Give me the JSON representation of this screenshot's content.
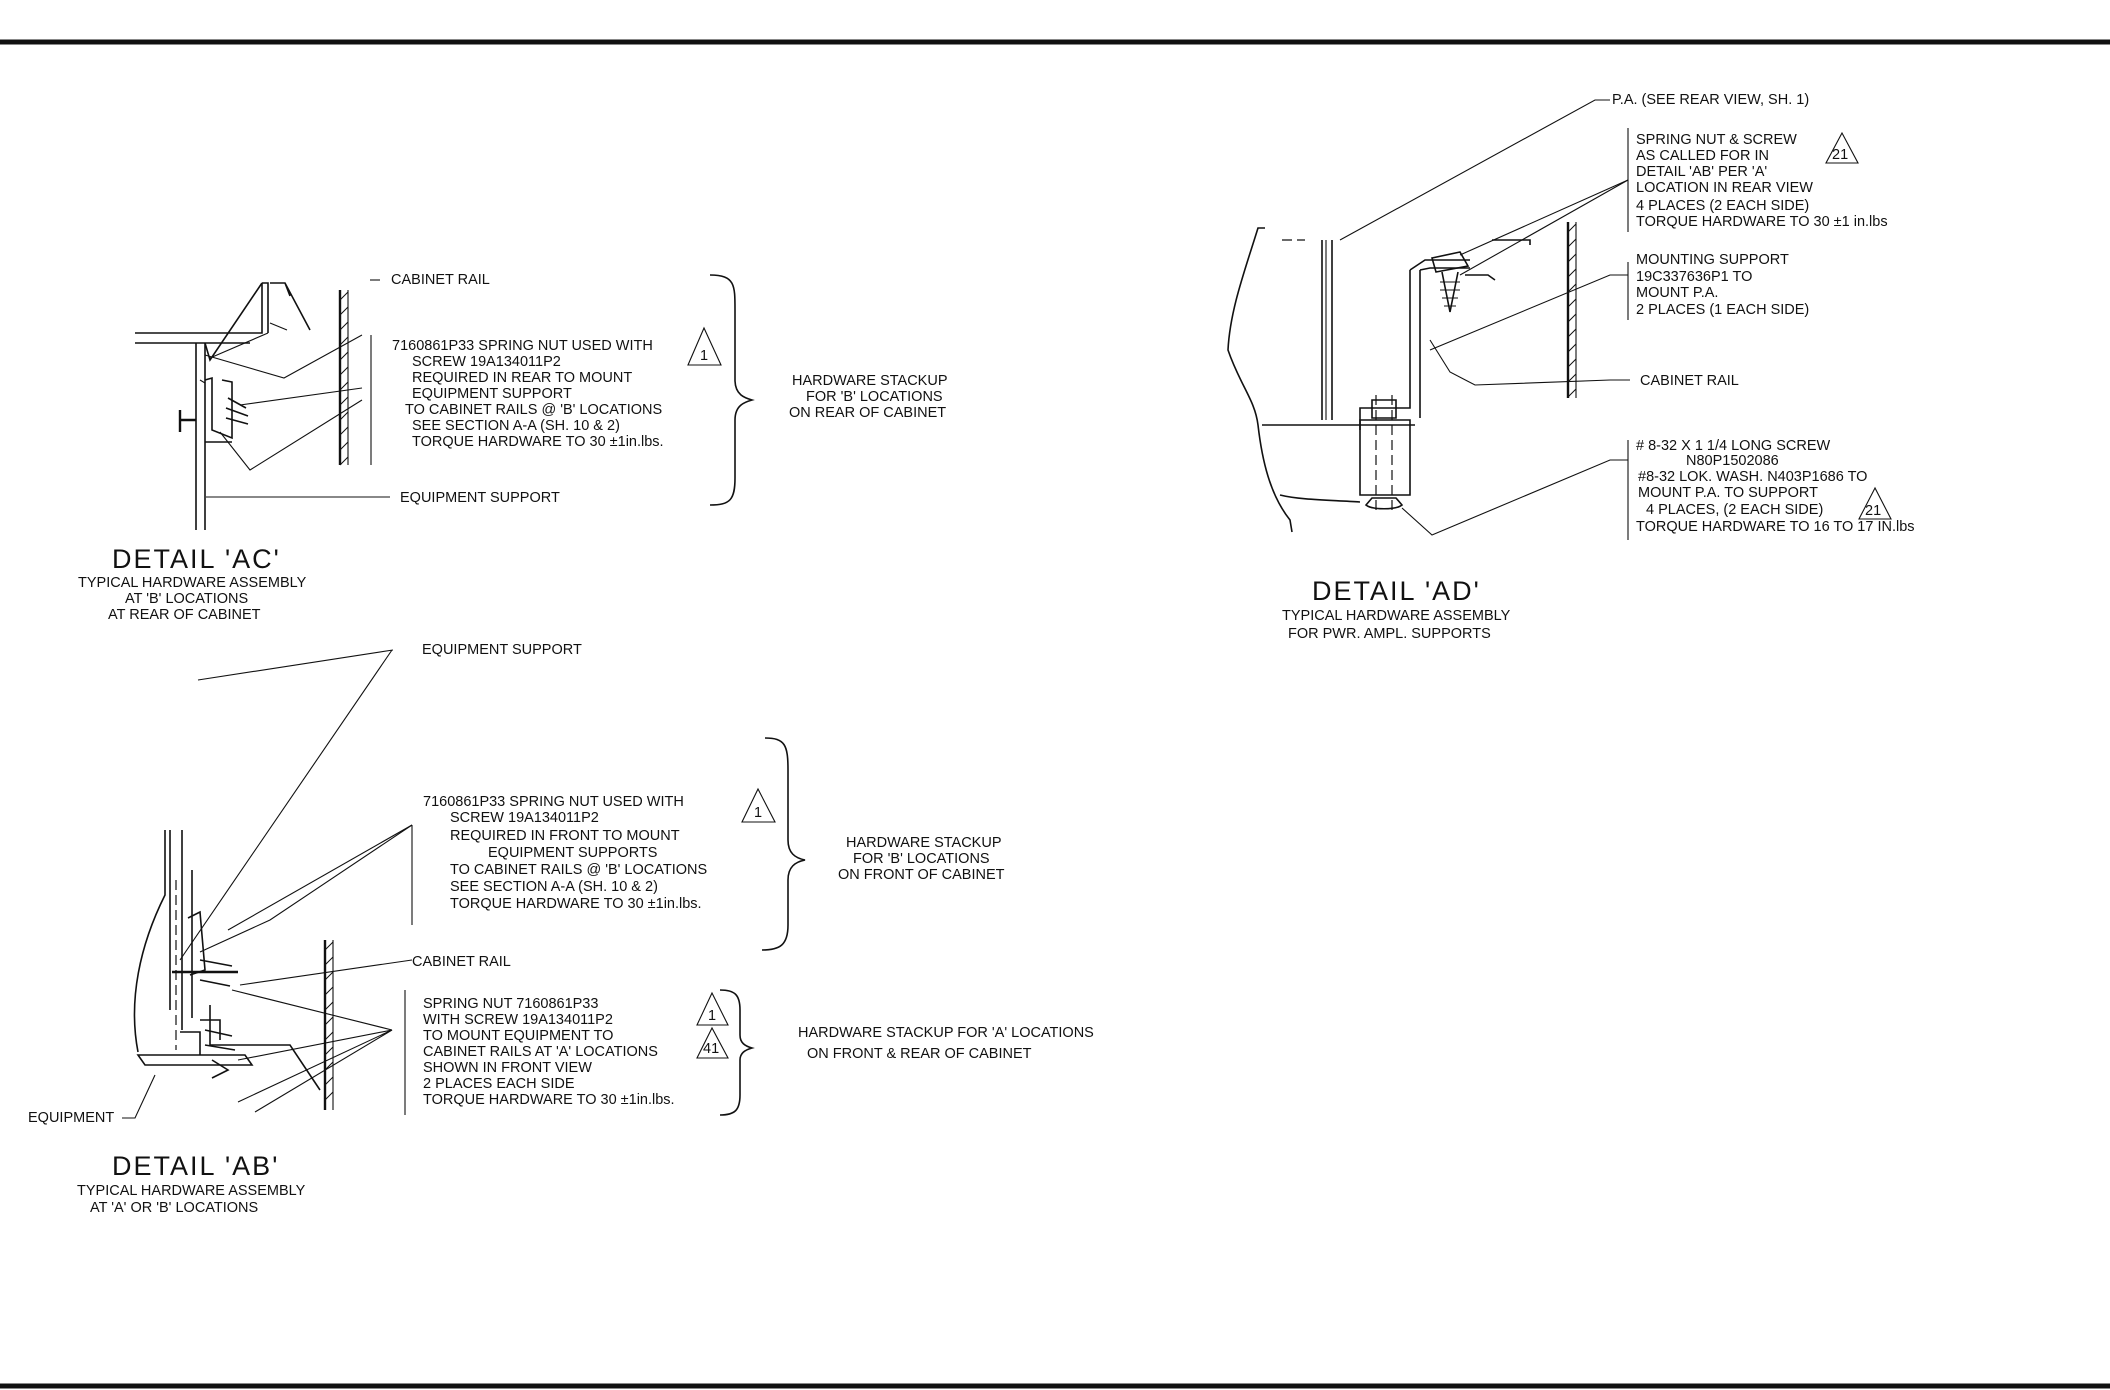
{
  "detail_ac": {
    "title": "DETAIL 'AC'",
    "subtitle": [
      "TYPICAL HARDWARE ASSEMBLY",
      "AT 'B' LOCATIONS",
      "AT REAR OF CABINET"
    ],
    "label_rail": "CABINET RAIL",
    "label_support": "EQUIPMENT SUPPORT",
    "note": [
      "7160861P33 SPRING NUT USED WITH",
      "SCREW 19A134011P2",
      "REQUIRED IN REAR TO MOUNT",
      "EQUIPMENT SUPPORT",
      "TO CABINET RAILS @ 'B' LOCATIONS",
      "SEE SECTION A-A (SH. 10 & 2)",
      "TORQUE HARDWARE TO 30 ±1in.lbs."
    ],
    "note_flag": "1",
    "brace_note": [
      "HARDWARE STACKUP",
      "FOR 'B' LOCATIONS",
      "ON REAR OF CABINET"
    ]
  },
  "detail_ab": {
    "title": "DETAIL 'AB'",
    "subtitle": [
      "TYPICAL HARDWARE ASSEMBLY",
      "AT 'A' OR 'B' LOCATIONS"
    ],
    "label_support": "EQUIPMENT SUPPORT",
    "label_rail": "CABINET RAIL",
    "label_equipment": "EQUIPMENT",
    "note_b": [
      "7160861P33 SPRING NUT USED WITH",
      "SCREW 19A134011P2",
      "REQUIRED IN FRONT TO MOUNT",
      "EQUIPMENT SUPPORTS",
      "TO CABINET RAILS @ 'B' LOCATIONS",
      "SEE SECTION A-A (SH. 10 & 2)",
      "TORQUE HARDWARE TO 30 ±1in.lbs."
    ],
    "note_b_flag": "1",
    "brace_b": [
      "HARDWARE STACKUP",
      "FOR 'B' LOCATIONS",
      "ON FRONT OF CABINET"
    ],
    "note_a": [
      "SPRING NUT 7160861P33",
      "WITH SCREW 19A134011P2",
      "TO MOUNT EQUIPMENT TO",
      "CABINET RAILS AT 'A' LOCATIONS",
      "SHOWN IN FRONT VIEW",
      "2 PLACES EACH SIDE",
      "TORQUE HARDWARE TO 30 ±1in.lbs."
    ],
    "note_a_flags": [
      "1",
      "41"
    ],
    "brace_a": [
      "HARDWARE STACKUP FOR 'A' LOCATIONS",
      "ON FRONT & REAR OF CABINET"
    ]
  },
  "detail_ad": {
    "title": "DETAIL 'AD'",
    "subtitle": [
      "TYPICAL HARDWARE ASSEMBLY",
      "FOR PWR. AMPL. SUPPORTS"
    ],
    "label_pa": "P.A. (SEE REAR VIEW, SH. 1)",
    "note_spring": [
      "SPRING NUT & SCREW",
      "AS CALLED FOR IN",
      "DETAIL 'AB' PER 'A'",
      "LOCATION IN REAR VIEW",
      "4 PLACES (2 EACH SIDE)",
      "TORQUE HARDWARE TO 30 ±1 in.lbs"
    ],
    "note_spring_flag": "21",
    "note_mount": [
      "MOUNTING SUPPORT",
      "19C337636P1 TO",
      "MOUNT P.A.",
      "2 PLACES  (1 EACH SIDE)"
    ],
    "label_rail": "CABINET RAIL",
    "note_screw": [
      "# 8-32 X 1 1/4 LONG SCREW",
      "N80P1502086",
      "#8-32 LOK. WASH. N403P1686 TO",
      "MOUNT P.A. TO SUPPORT",
      "4 PLACES, (2 EACH SIDE)",
      "TORQUE HARDWARE TO 16 TO 17 IN.lbs"
    ],
    "note_screw_flag": "21"
  }
}
